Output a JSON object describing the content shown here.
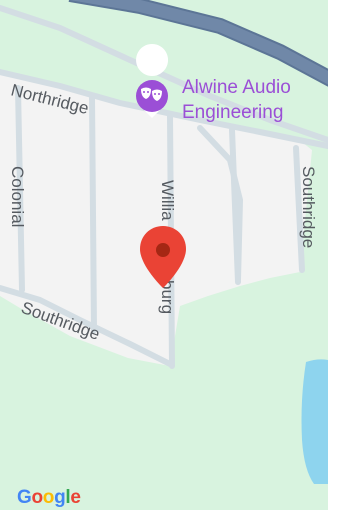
{
  "map": {
    "colors": {
      "park": "#d8f3df",
      "residential": "#f3f3f3",
      "local_road": "#d3dde3",
      "highway": "#7088a8",
      "highway_edge": "#5c7596",
      "water": "#8ed4ee",
      "road_text": "#555a60",
      "poi_text": "#9b4fd6",
      "poi_icon": "#9b4fd6",
      "marker": "#ea4335",
      "marker_dark": "#a52714"
    },
    "road_labels": {
      "northridge": "Northridge",
      "colonial": "Colonial",
      "southridge_bottom": "Southridge",
      "southridge_right": "Southridge",
      "williamsburg_top": "Willia",
      "williamsburg_bottom": "burg"
    },
    "poi": {
      "name_line1": "Alwine Audio",
      "name_line2": "Engineering",
      "icon": "theater-masks-icon"
    },
    "marker": {
      "icon": "map-pin-icon"
    },
    "attribution": {
      "letters": [
        {
          "char": "G",
          "color": "#4285f4"
        },
        {
          "char": "o",
          "color": "#ea4335"
        },
        {
          "char": "o",
          "color": "#fbbc05"
        },
        {
          "char": "g",
          "color": "#4285f4"
        },
        {
          "char": "l",
          "color": "#34a853"
        },
        {
          "char": "e",
          "color": "#ea4335"
        }
      ]
    }
  }
}
